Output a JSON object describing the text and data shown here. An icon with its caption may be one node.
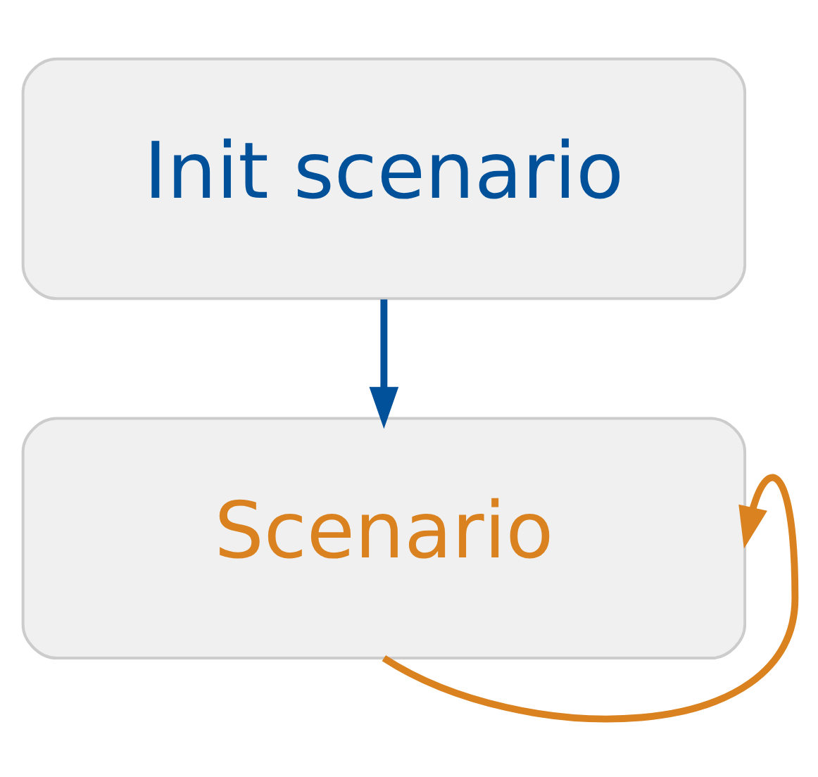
{
  "diagram": {
    "nodes": [
      {
        "text": [
          "Init scenario"
        ]
      },
      {
        "text": [
          "Scenario"
        ]
      }
    ],
    "edges": [
      {
        "from": 0,
        "to": 1,
        "arrow": "to",
        "color": "#00509a"
      },
      {
        "from": 1,
        "to": 1,
        "arrow": "to",
        "color": "#d9821f"
      }
    ]
  }
}
